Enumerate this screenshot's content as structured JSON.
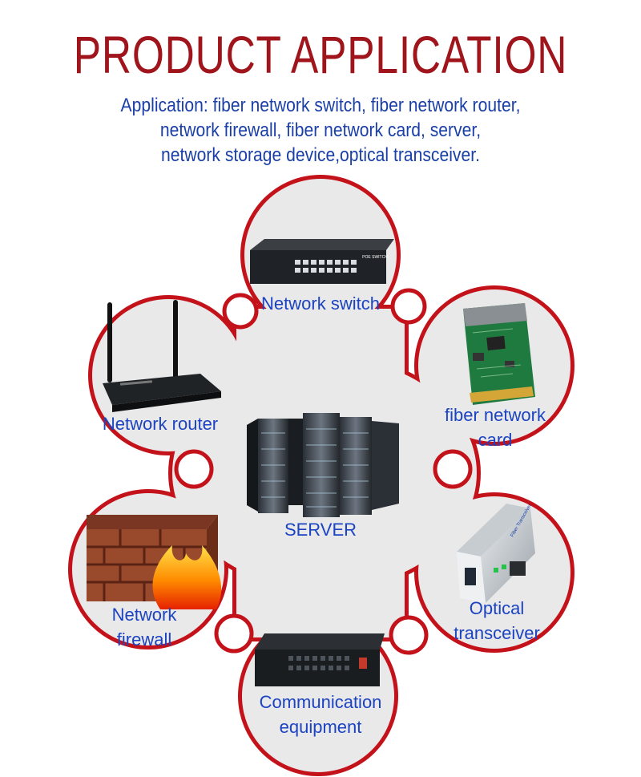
{
  "title": "PRODUCT APPLICATION",
  "subtitle": {
    "line1": "Application: fiber network switch, fiber network router,",
    "line2": "network firewall, fiber network card, server,",
    "line3": "network storage device,optical transceiver."
  },
  "colors": {
    "title": "#a0141c",
    "subtitle": "#1a3fa8",
    "petal_border": "#c4121a",
    "petal_fill": "#e9e9e9",
    "label": "#1b43c2"
  },
  "center": {
    "label": "SERVER",
    "icon": "server-rack-icon"
  },
  "petals": {
    "switch": {
      "label": "Network switch",
      "icon": "poe-switch-icon",
      "device_text": "POE SWITCH"
    },
    "router": {
      "label": "Network router",
      "icon": "wifi-router-icon"
    },
    "card": {
      "line1": "fiber network",
      "line2": "card",
      "icon": "network-card-icon"
    },
    "firewall": {
      "line1": "Network",
      "line2": "firewall",
      "icon": "firewall-icon"
    },
    "optical": {
      "line1": "Optical",
      "line2": "transceiver",
      "icon": "media-converter-icon",
      "device_text": "Fiber Transceiver"
    },
    "comm": {
      "line1": "Communication",
      "line2": "equipment",
      "icon": "rack-equipment-icon"
    }
  }
}
